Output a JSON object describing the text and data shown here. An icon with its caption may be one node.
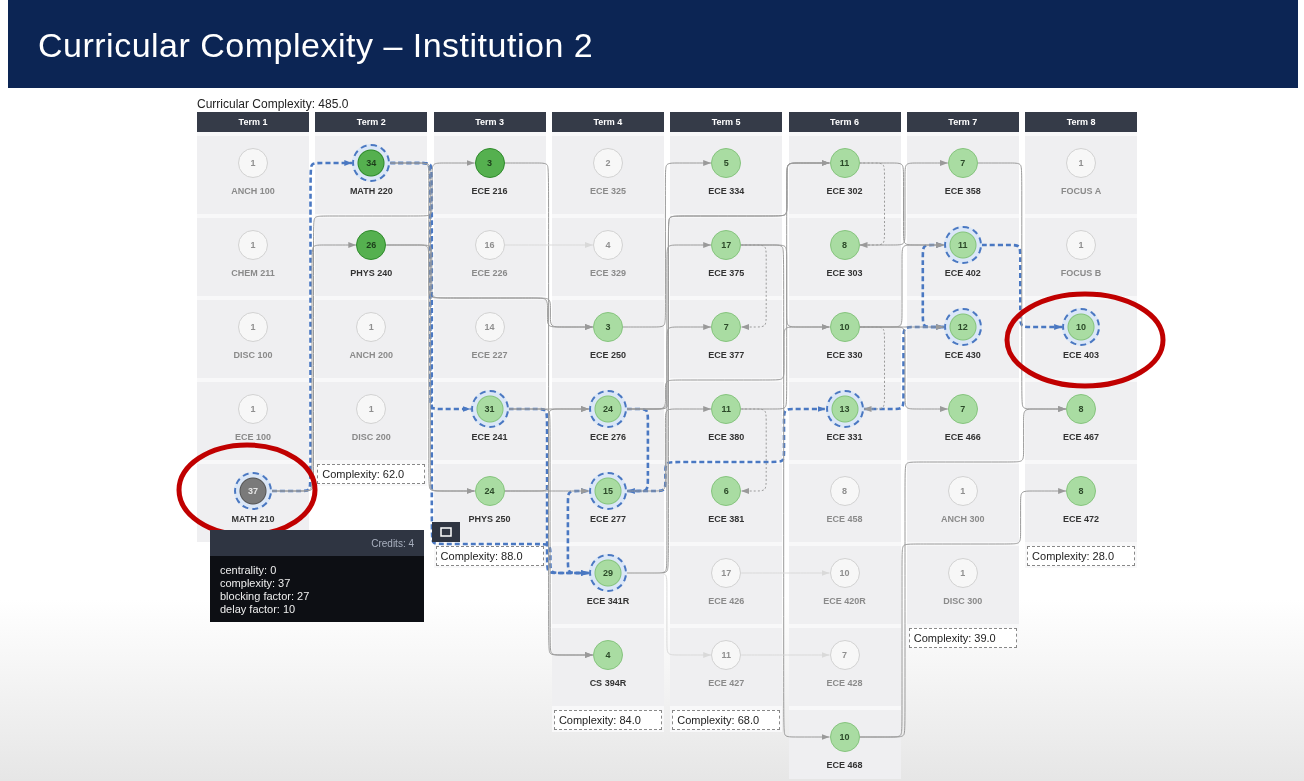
{
  "diagram": {
    "title": "Curricular Complexity – Institution 2",
    "nodes": [
      {
        "text": [
          "Term 1"
        ]
      },
      {
        "text": [
          "1"
        ],
        "beside": [
          "ANCH 100"
        ],
        "in": 0
      },
      {
        "text": [
          "1"
        ],
        "beside": [
          "CHEM 211"
        ],
        "in": 0
      },
      {
        "text": [
          "1"
        ],
        "beside": [
          "DISC 100"
        ],
        "in": 0
      },
      {
        "text": [
          "1"
        ],
        "beside": [
          "ECE 100"
        ],
        "in": 0
      },
      {
        "text": [
          "37"
        ],
        "beside": [
          "MATH 210"
        ],
        "in": 0
      },
      {
        "text": [
          "Term 2"
        ]
      },
      {
        "text": [
          "34"
        ],
        "beside": [
          "MATH 220"
        ],
        "in": 6
      },
      {
        "text": [
          "26"
        ],
        "beside": [
          "PHYS 240"
        ],
        "in": 6
      },
      {
        "text": [
          "1"
        ],
        "beside": [
          "ANCH 200"
        ],
        "in": 6
      },
      {
        "text": [
          "1"
        ],
        "beside": [
          "DISC 200"
        ],
        "in": 6
      },
      {
        "text": [
          "Complexity: 62.0"
        ],
        "in": 6
      },
      {
        "text": [
          "Term 3"
        ]
      },
      {
        "text": [
          "3"
        ],
        "beside": [
          "ECE 216"
        ],
        "in": 12
      },
      {
        "text": [
          "16"
        ],
        "beside": [
          "ECE 226"
        ],
        "in": 12
      },
      {
        "text": [
          "14"
        ],
        "beside": [
          "ECE 227"
        ],
        "in": 12
      },
      {
        "text": [
          "31"
        ],
        "beside": [
          "ECE 241"
        ],
        "in": 12
      },
      {
        "text": [
          "24"
        ],
        "beside": [
          "PHYS 250"
        ],
        "in": 12
      },
      {
        "text": [
          "Complexity: 88.0"
        ],
        "in": 12
      },
      {
        "text": [
          "Term 4"
        ]
      },
      {
        "text": [
          "2"
        ],
        "beside": [
          "ECE 325"
        ],
        "in": 19
      },
      {
        "text": [
          "4"
        ],
        "beside": [
          "ECE 329"
        ],
        "in": 19
      },
      {
        "text": [
          "3"
        ],
        "beside": [
          "ECE 250"
        ],
        "in": 19
      },
      {
        "text": [
          "24"
        ],
        "beside": [
          "ECE 276"
        ],
        "in": 19
      },
      {
        "text": [
          "15"
        ],
        "beside": [
          "ECE 277"
        ],
        "in": 19
      },
      {
        "text": [
          "29"
        ],
        "beside": [
          "ECE 341R"
        ],
        "in": 19
      },
      {
        "text": [
          "4"
        ],
        "beside": [
          "CS 394R"
        ],
        "in": 19
      },
      {
        "text": [
          "Complexity: 84.0"
        ],
        "in": 19
      },
      {
        "text": [
          "Term 5"
        ]
      },
      {
        "text": [
          "5"
        ],
        "beside": [
          "ECE 334"
        ],
        "in": 28
      },
      {
        "text": [
          "17"
        ],
        "beside": [
          "ECE 375"
        ],
        "in": 28
      },
      {
        "text": [
          "7"
        ],
        "beside": [
          "ECE 377"
        ],
        "in": 28
      },
      {
        "text": [
          "11"
        ],
        "beside": [
          "ECE 380"
        ],
        "in": 28
      },
      {
        "text": [
          "6"
        ],
        "beside": [
          "ECE 381"
        ],
        "in": 28
      },
      {
        "text": [
          "17"
        ],
        "beside": [
          "ECE 426"
        ],
        "in": 28
      },
      {
        "text": [
          "11"
        ],
        "beside": [
          "ECE 427"
        ],
        "in": 28
      },
      {
        "text": [
          "Complexity: 68.0"
        ],
        "in": 28
      },
      {
        "text": [
          "Term 6"
        ]
      },
      {
        "text": [
          "11"
        ],
        "beside": [
          "ECE 302"
        ],
        "in": 37
      },
      {
        "text": [
          "8"
        ],
        "beside": [
          "ECE 303"
        ],
        "in": 37
      },
      {
        "text": [
          "10"
        ],
        "beside": [
          "ECE 330"
        ],
        "in": 37
      },
      {
        "text": [
          "13"
        ],
        "beside": [
          "ECE 331"
        ],
        "in": 37
      },
      {
        "text": [
          "8"
        ],
        "beside": [
          "ECE 458"
        ],
        "in": 37
      },
      {
        "text": [
          "10"
        ],
        "beside": [
          "ECE 420R"
        ],
        "in": 37
      },
      {
        "text": [
          "7"
        ],
        "beside": [
          "ECE 428"
        ],
        "in": 37
      },
      {
        "text": [
          "10"
        ],
        "beside": [
          "ECE 468"
        ],
        "in": 37
      },
      {
        "text": [
          "Term 7"
        ]
      },
      {
        "text": [
          "7"
        ],
        "beside": [
          "ECE 358"
        ],
        "in": 46
      },
      {
        "text": [
          "11"
        ],
        "beside": [
          "ECE 402"
        ],
        "in": 46
      },
      {
        "text": [
          "12"
        ],
        "beside": [
          "ECE 430"
        ],
        "in": 46
      },
      {
        "text": [
          "7"
        ],
        "beside": [
          "ECE 466"
        ],
        "in": 46
      },
      {
        "text": [
          "1"
        ],
        "beside": [
          "ANCH 300"
        ],
        "in": 46
      },
      {
        "text": [
          "1"
        ],
        "beside": [
          "DISC 300"
        ],
        "in": 46
      },
      {
        "text": [
          "Complexity: 39.0"
        ],
        "in": 46
      },
      {
        "text": [
          "Term 8"
        ]
      },
      {
        "text": [
          "1"
        ],
        "beside": [
          "FOCUS A"
        ],
        "in": 54
      },
      {
        "text": [
          "1"
        ],
        "beside": [
          "FOCUS B"
        ],
        "in": 54
      },
      {
        "text": [
          "10"
        ],
        "beside": [
          "ECE 403"
        ],
        "in": 54
      },
      {
        "text": [
          "8"
        ],
        "beside": [
          "ECE 467"
        ],
        "in": 54
      },
      {
        "text": [
          "8"
        ],
        "beside": [
          "ECE 472"
        ],
        "in": 54
      },
      {
        "text": [
          "Complexity: 28.0"
        ],
        "in": 54
      },
      {
        "text": [
          "Credits: 4",
          "centrality: 0",
          "complexity: 37",
          "blocking factor: 27",
          "delay factor: 10"
        ]
      }
    ],
    "edges": [
      {
        "from": 5,
        "to": 7,
        "arrow": "to",
        "style": "dashed",
        "color": "#4a78c2"
      },
      {
        "from": 7,
        "to": 16,
        "arrow": "to",
        "style": "dashed",
        "color": "#4a78c2"
      },
      {
        "from": 7,
        "to": 25,
        "arrow": "to",
        "style": "dashed",
        "color": "#4a78c2"
      },
      {
        "from": 16,
        "to": 25,
        "arrow": "to",
        "style": "dashed",
        "color": "#4a78c2"
      },
      {
        "from": 23,
        "to": 24,
        "arrow": "to",
        "style": "dashed",
        "color": "#4a78c2"
      },
      {
        "from": 25,
        "to": 24,
        "arrow": "to",
        "style": "dashed",
        "color": "#4a78c2"
      },
      {
        "from": 24,
        "to": 41,
        "arrow": "to",
        "style": "dashed",
        "color": "#4a78c2"
      },
      {
        "from": 41,
        "to": 49,
        "arrow": "to",
        "style": "dashed",
        "color": "#4a78c2"
      },
      {
        "from": 49,
        "to": 48,
        "arrow": "to",
        "style": "dashed",
        "color": "#4a78c2"
      },
      {
        "from": 48,
        "to": 57,
        "arrow": "to",
        "style": "dashed",
        "color": "#4a78c2"
      },
      {
        "from": 5,
        "to": 8,
        "arrow": "to"
      },
      {
        "from": 5,
        "to": 13,
        "arrow": "to"
      },
      {
        "from": 7,
        "to": 22,
        "arrow": "to"
      },
      {
        "from": 7,
        "to": 17,
        "arrow": "to"
      },
      {
        "from": 8,
        "to": 22,
        "arrow": "to"
      },
      {
        "from": 8,
        "to": 17,
        "arrow": "to"
      },
      {
        "from": 13,
        "to": 26,
        "arrow": "to"
      },
      {
        "from": 16,
        "to": 26,
        "arrow": "to"
      },
      {
        "from": 16,
        "to": 23,
        "arrow": "to"
      },
      {
        "from": 17,
        "to": 23,
        "arrow": "to"
      },
      {
        "from": 17,
        "to": 24,
        "arrow": "to"
      },
      {
        "from": 22,
        "to": 29,
        "arrow": "to"
      },
      {
        "from": 23,
        "to": 30,
        "arrow": "to"
      },
      {
        "from": 23,
        "to": 38,
        "arrow": "to"
      },
      {
        "from": 23,
        "to": 40,
        "arrow": "to"
      },
      {
        "from": 25,
        "to": 31,
        "arrow": "to"
      },
      {
        "from": 25,
        "to": 38,
        "arrow": "to"
      },
      {
        "from": 24,
        "to": 32,
        "arrow": "to"
      },
      {
        "from": 30,
        "to": 31,
        "arrow": "to",
        "style": "dashed"
      },
      {
        "from": 30,
        "to": 40,
        "arrow": "to"
      },
      {
        "from": 30,
        "to": 45,
        "arrow": "to"
      },
      {
        "from": 32,
        "to": 33,
        "arrow": "to",
        "style": "dashed"
      },
      {
        "from": 32,
        "to": 38,
        "arrow": "to"
      },
      {
        "from": 38,
        "to": 39,
        "arrow": "to",
        "style": "dashed"
      },
      {
        "from": 38,
        "to": 48,
        "arrow": "to"
      },
      {
        "from": 39,
        "to": 47,
        "arrow": "to"
      },
      {
        "from": 40,
        "to": 48,
        "arrow": "to"
      },
      {
        "from": 40,
        "to": 49,
        "arrow": "to"
      },
      {
        "from": 40,
        "to": 50,
        "arrow": "to"
      },
      {
        "from": 40,
        "to": 41,
        "arrow": "to",
        "style": "dashed"
      },
      {
        "from": 47,
        "to": 58,
        "arrow": "to"
      },
      {
        "from": 45,
        "to": 58,
        "arrow": "to"
      },
      {
        "from": 45,
        "to": 59,
        "arrow": "to"
      },
      {
        "from": 14,
        "to": 21,
        "arrow": "to",
        "color": "#d9d9d9"
      },
      {
        "from": 34,
        "to": 43,
        "arrow": "to",
        "color": "#d9d9d9"
      },
      {
        "from": 35,
        "to": 44,
        "arrow": "to",
        "color": "#d9d9d9"
      },
      {
        "from": 25,
        "to": 35,
        "arrow": "to",
        "color": "#d9d9d9"
      }
    ],
    "labels": [
      "Curricular Complexity: 485.0"
    ]
  }
}
